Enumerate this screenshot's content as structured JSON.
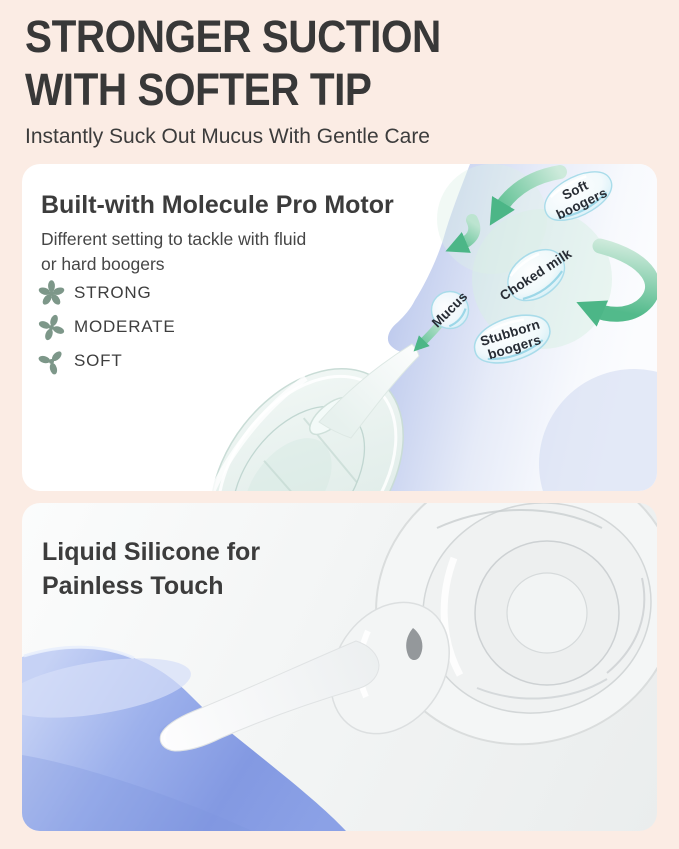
{
  "header": {
    "title_line1": "STRONGER SUCTION",
    "title_line2": "WITH SOFTER TIP",
    "subtitle": "Instantly Suck Out Mucus With Gentle Care"
  },
  "card1": {
    "heading": "Built-with Molecule Pro Motor",
    "description_line1": "Different setting to tackle with fluid",
    "description_line2": "or hard boogers",
    "modes": [
      {
        "label": "STRONG",
        "icon": "fan-5-blades-icon"
      },
      {
        "label": "MODERATE",
        "icon": "fan-4-blades-icon"
      },
      {
        "label": "SOFT",
        "icon": "fan-3-blades-icon"
      }
    ],
    "bubbles": {
      "soft": {
        "line1": "Soft",
        "line2": "boogers"
      },
      "choked": {
        "line1": "Choked milk"
      },
      "mucus": {
        "line1": "Mucus"
      },
      "stubborn": {
        "line1": "Stubborn",
        "line2": "boogers"
      }
    }
  },
  "card2": {
    "heading_line1": "Liquid Silicone for",
    "heading_line2": "Painless Touch"
  },
  "colors": {
    "page_background": "#fbece4",
    "heading_text": "#383838",
    "body_text": "#464646",
    "arrow_green": "#4cb687",
    "fan_icon_green": "#7d9789",
    "face_blue": "#a2b0e4",
    "silicone_pad_blue": "#8aa0e5",
    "bubble_outline_blue": "#7ecbe0"
  }
}
